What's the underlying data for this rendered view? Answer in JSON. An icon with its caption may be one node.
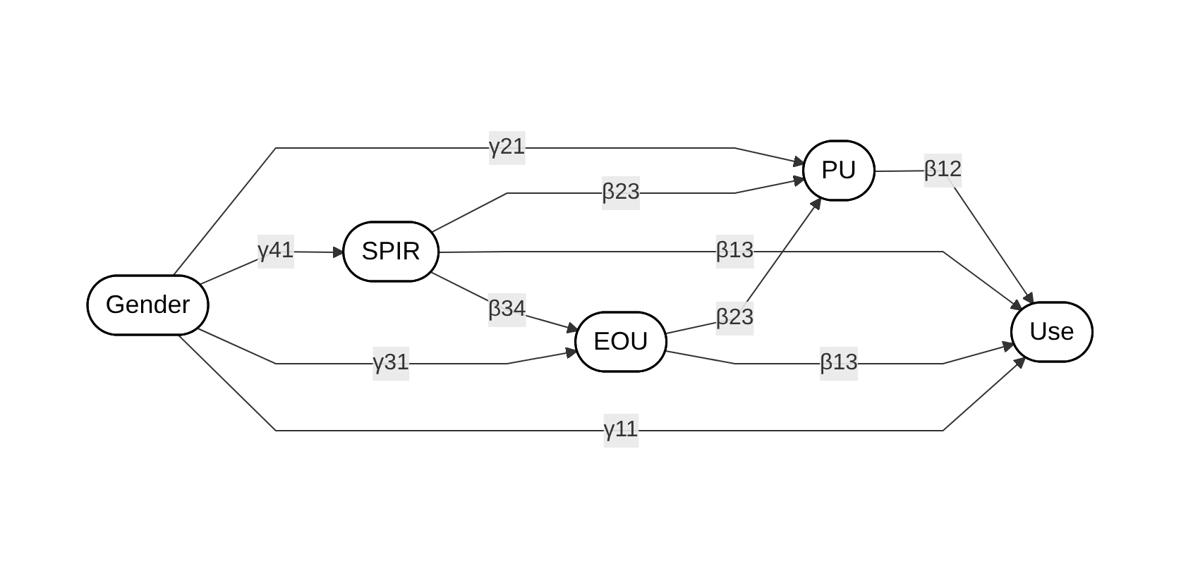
{
  "diagram": {
    "nodes": [
      {
        "text": [
          "Gender"
        ]
      },
      {
        "text": [
          "PU"
        ]
      },
      {
        "text": [
          "SPIR"
        ]
      },
      {
        "text": [
          "Use"
        ]
      },
      {
        "text": [
          "EOU"
        ]
      }
    ],
    "edges": [
      {
        "from": 0,
        "to": 1,
        "arrow": "to",
        "label": "γ21"
      },
      {
        "from": 0,
        "to": 2,
        "arrow": "to",
        "label": "γ41"
      },
      {
        "from": 0,
        "to": 4,
        "arrow": "to",
        "label": "γ31"
      },
      {
        "from": 0,
        "to": 3,
        "arrow": "to",
        "label": "γ11"
      },
      {
        "from": 2,
        "to": 1,
        "arrow": "to",
        "label": "β23"
      },
      {
        "from": 2,
        "to": 3,
        "arrow": "to",
        "label": "β13"
      },
      {
        "from": 2,
        "to": 4,
        "arrow": "to",
        "label": "β34"
      },
      {
        "from": 4,
        "to": 1,
        "arrow": "to",
        "label": "β23"
      },
      {
        "from": 1,
        "to": 3,
        "arrow": "to",
        "label": "β12"
      },
      {
        "from": 4,
        "to": 3,
        "arrow": "to",
        "label": "β13"
      }
    ]
  }
}
